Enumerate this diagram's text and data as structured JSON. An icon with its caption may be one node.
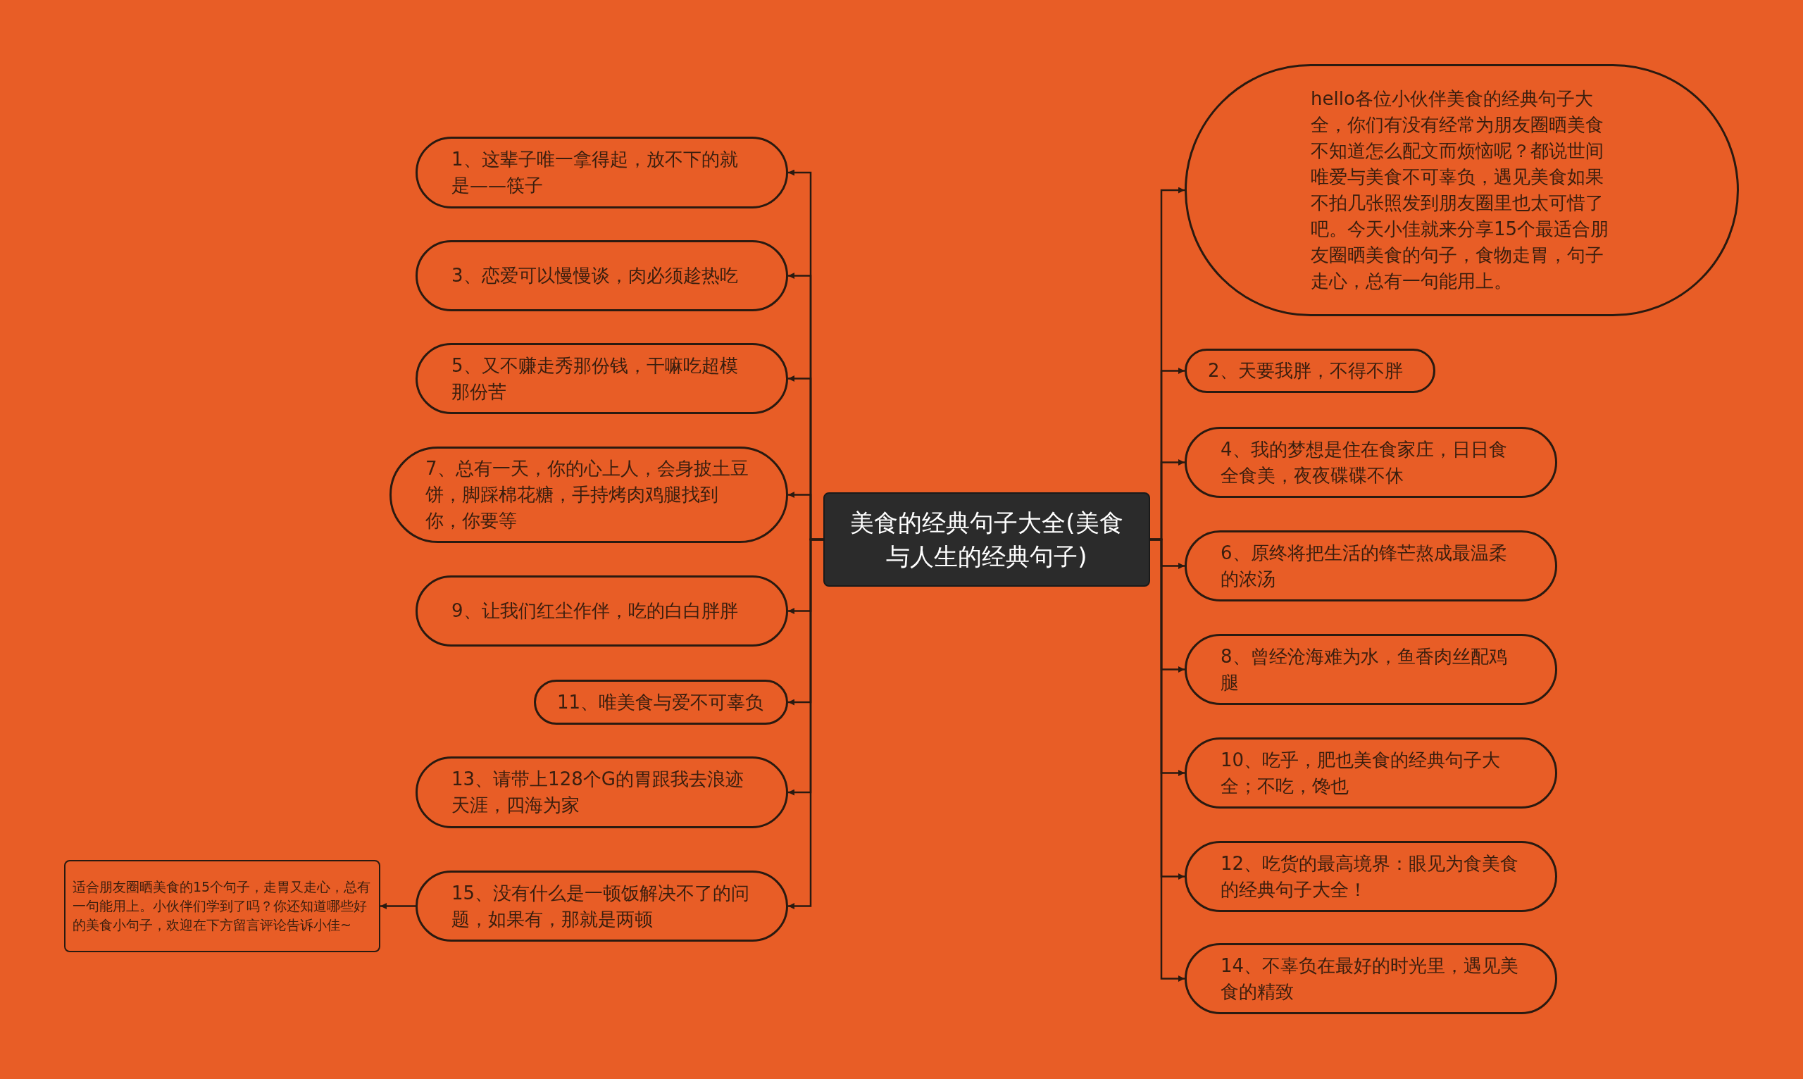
{
  "diagram": {
    "nodes": [
      {
        "text": [
          "美食的经典句子大全(美食与人生的经典句子)"
        ]
      },
      {
        "text": [
          "1、这辈子唯一拿得起，放不下的就是——筷子"
        ]
      },
      {
        "text": [
          "3、恋爱可以慢慢谈，肉必须趁热吃"
        ]
      },
      {
        "text": [
          "5、又不赚走秀那份钱，干嘛吃超模那份苦"
        ]
      },
      {
        "text": [
          "7、总有一天，你的心上人，会身披土豆饼，脚踩棉花糖，手持烤肉鸡腿找到你，你要等"
        ]
      },
      {
        "text": [
          "9、让我们红尘作伴，吃的白白胖胖"
        ]
      },
      {
        "text": [
          "11、唯美食与爱不可辜负"
        ]
      },
      {
        "text": [
          "13、请带上128个G的胃跟我去浪迹天涯，四海为家"
        ]
      },
      {
        "text": [
          "15、没有什么是一顿饭解决不了的问题，如果有，那就是两顿"
        ]
      },
      {
        "text": [
          "适合朋友圈晒美食的15个句子，走胃又走心，总有一句能用上。小伙伴们学到了吗？你还知道哪些好的美食小句子，欢迎在下方留言评论告诉小佳~"
        ]
      },
      {
        "text": [
          "hello各位小伙伴美食的经典句子大全，你们有没有经常为朋友圈晒美食不知道怎么配文而烦恼呢？都说世间唯爱与美食不可辜负，遇见美食如果不拍几张照发到朋友圈里也太可惜了吧。今天小佳就来分享15个最适合朋友圈晒美食的句子，食物走胃，句子走心，总有一句能用上。"
        ]
      },
      {
        "text": [
          "2、天要我胖，不得不胖"
        ]
      },
      {
        "text": [
          "4、我的梦想是住在食家庄，日日食全食美，夜夜碟碟不休"
        ]
      },
      {
        "text": [
          "6、原终将把生活的锋芒熬成最温柔的浓汤"
        ]
      },
      {
        "text": [
          "8、曾经沧海难为水，鱼香肉丝配鸡腿"
        ]
      },
      {
        "text": [
          "10、吃乎，肥也美食的经典句子大全；不吃，馋也"
        ]
      },
      {
        "text": [
          "12、吃货的最高境界：眼见为食美食的经典句子大全！"
        ]
      },
      {
        "text": [
          "14、不辜负在最好的时光里，遇见美食的精致"
        ]
      }
    ],
    "edges": [
      {
        "from": 0,
        "to": 1,
        "arrow": "to"
      },
      {
        "from": 0,
        "to": 2,
        "arrow": "to"
      },
      {
        "from": 0,
        "to": 3,
        "arrow": "to"
      },
      {
        "from": 0,
        "to": 4,
        "arrow": "to"
      },
      {
        "from": 0,
        "to": 5,
        "arrow": "to"
      },
      {
        "from": 0,
        "to": 6,
        "arrow": "to"
      },
      {
        "from": 0,
        "to": 7,
        "arrow": "to"
      },
      {
        "from": 0,
        "to": 8,
        "arrow": "to"
      },
      {
        "from": 8,
        "to": 9,
        "arrow": "to"
      },
      {
        "from": 0,
        "to": 10,
        "arrow": "to"
      },
      {
        "from": 0,
        "to": 11,
        "arrow": "to"
      },
      {
        "from": 0,
        "to": 12,
        "arrow": "to"
      },
      {
        "from": 0,
        "to": 13,
        "arrow": "to"
      },
      {
        "from": 0,
        "to": 14,
        "arrow": "to"
      },
      {
        "from": 0,
        "to": 15,
        "arrow": "to"
      },
      {
        "from": 0,
        "to": 16,
        "arrow": "to"
      },
      {
        "from": 0,
        "to": 17,
        "arrow": "to"
      }
    ]
  }
}
